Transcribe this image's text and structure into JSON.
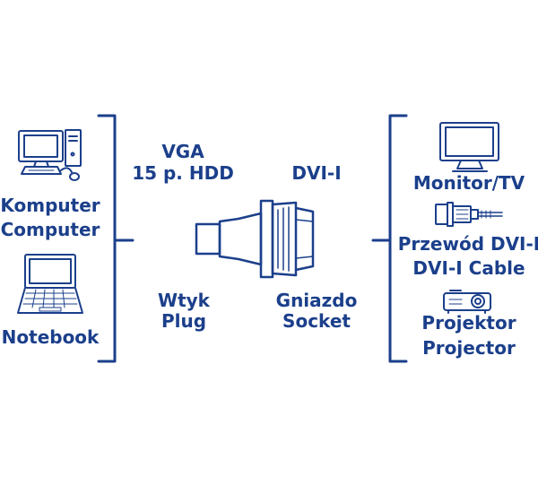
{
  "colors": {
    "primary": "#1b3f8b",
    "background": "#ffffff"
  },
  "left": {
    "computer": {
      "icon": "desktop-computer-icon",
      "line1": "Komputer",
      "line2": "Computer"
    },
    "notebook": {
      "icon": "notebook-icon",
      "label": "Notebook"
    }
  },
  "center": {
    "vga_line1": "VGA",
    "vga_line2": "15 p. HDD",
    "dvi": "DVI-I",
    "plug_line1": "Wtyk",
    "plug_line2": "Plug",
    "socket_line1": "Gniazdo",
    "socket_line2": "Socket",
    "adapter_icon": "vga-dvi-adapter-icon"
  },
  "right": {
    "monitor": {
      "icon": "monitor-icon",
      "label": "Monitor/TV"
    },
    "cable": {
      "icon": "dvi-cable-icon",
      "line1": "Przewód DVI-I",
      "line2": "DVI-I Cable"
    },
    "projector": {
      "icon": "projector-icon",
      "line1": "Projektor",
      "line2": "Projector"
    }
  }
}
